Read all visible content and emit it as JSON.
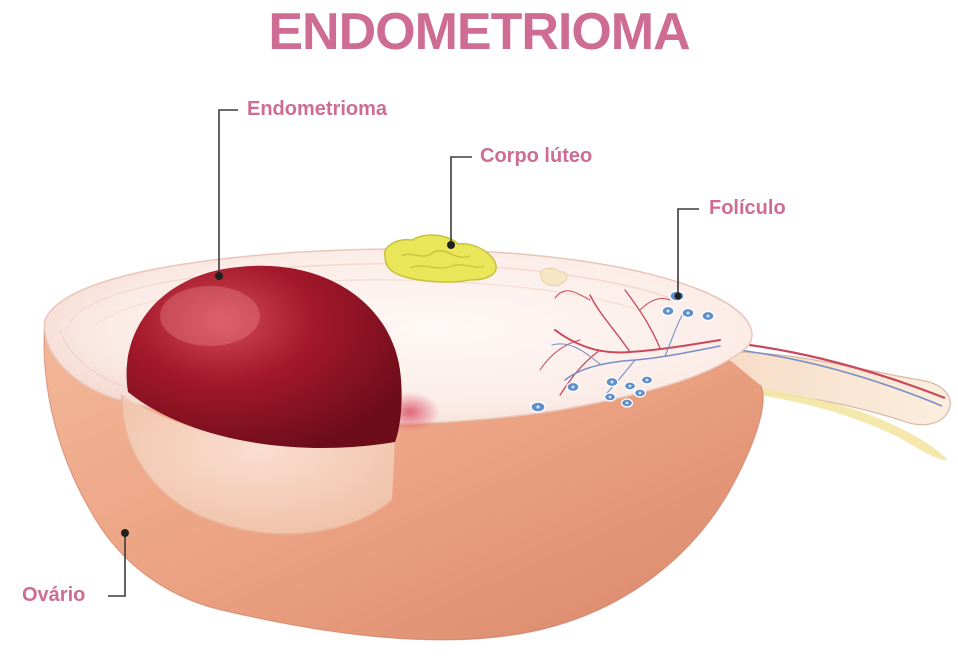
{
  "title": "ENDOMETRIOMA",
  "labels": {
    "endometrioma": "Endometrioma",
    "corpo_luteo": "Corpo lúteo",
    "foliculo": "Folículo",
    "ovario": "Ovário"
  },
  "colors": {
    "accent": "#cf6c93",
    "cyst": "#a3182a",
    "ovary": "#eba282",
    "cut_surface": "#fbeeea",
    "corpus_luteum": "#e9e65a"
  }
}
